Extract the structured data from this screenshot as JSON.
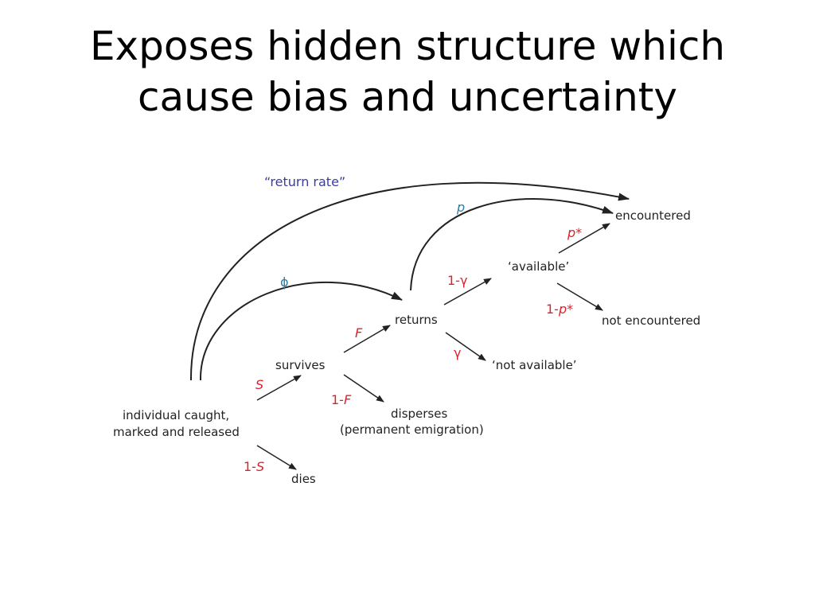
{
  "slide": {
    "title_line1": "Exposes hidden structure which",
    "title_line2": "cause bias and uncertainty"
  },
  "nodes": {
    "caught_line1": "individual caught,",
    "caught_line2": "marked and released",
    "survives": "survives",
    "dies": "dies",
    "returns": "returns",
    "disperses_line1": "disperses",
    "disperses_line2": "(permanent emigration)",
    "available": "‘available’",
    "not_available": "‘not available’",
    "encountered": "encountered",
    "not_encountered": "not encountered"
  },
  "edge_labels": {
    "S": "S",
    "one_minus_S": "1-",
    "S_sym": "S",
    "F": "F",
    "one_minus_F": "1-",
    "F_sym": "F",
    "one_minus_gamma": "1-γ",
    "gamma": "γ",
    "p_star": "p*",
    "one_minus_p_star": "1-",
    "p_star_sym": "p*",
    "phi": "ϕ",
    "p": "p",
    "return_rate": "“return rate”"
  },
  "colors": {
    "parameter": "#e0202a",
    "return_rate": "#3a3aa8",
    "arc_param": "#2e7fa8"
  }
}
